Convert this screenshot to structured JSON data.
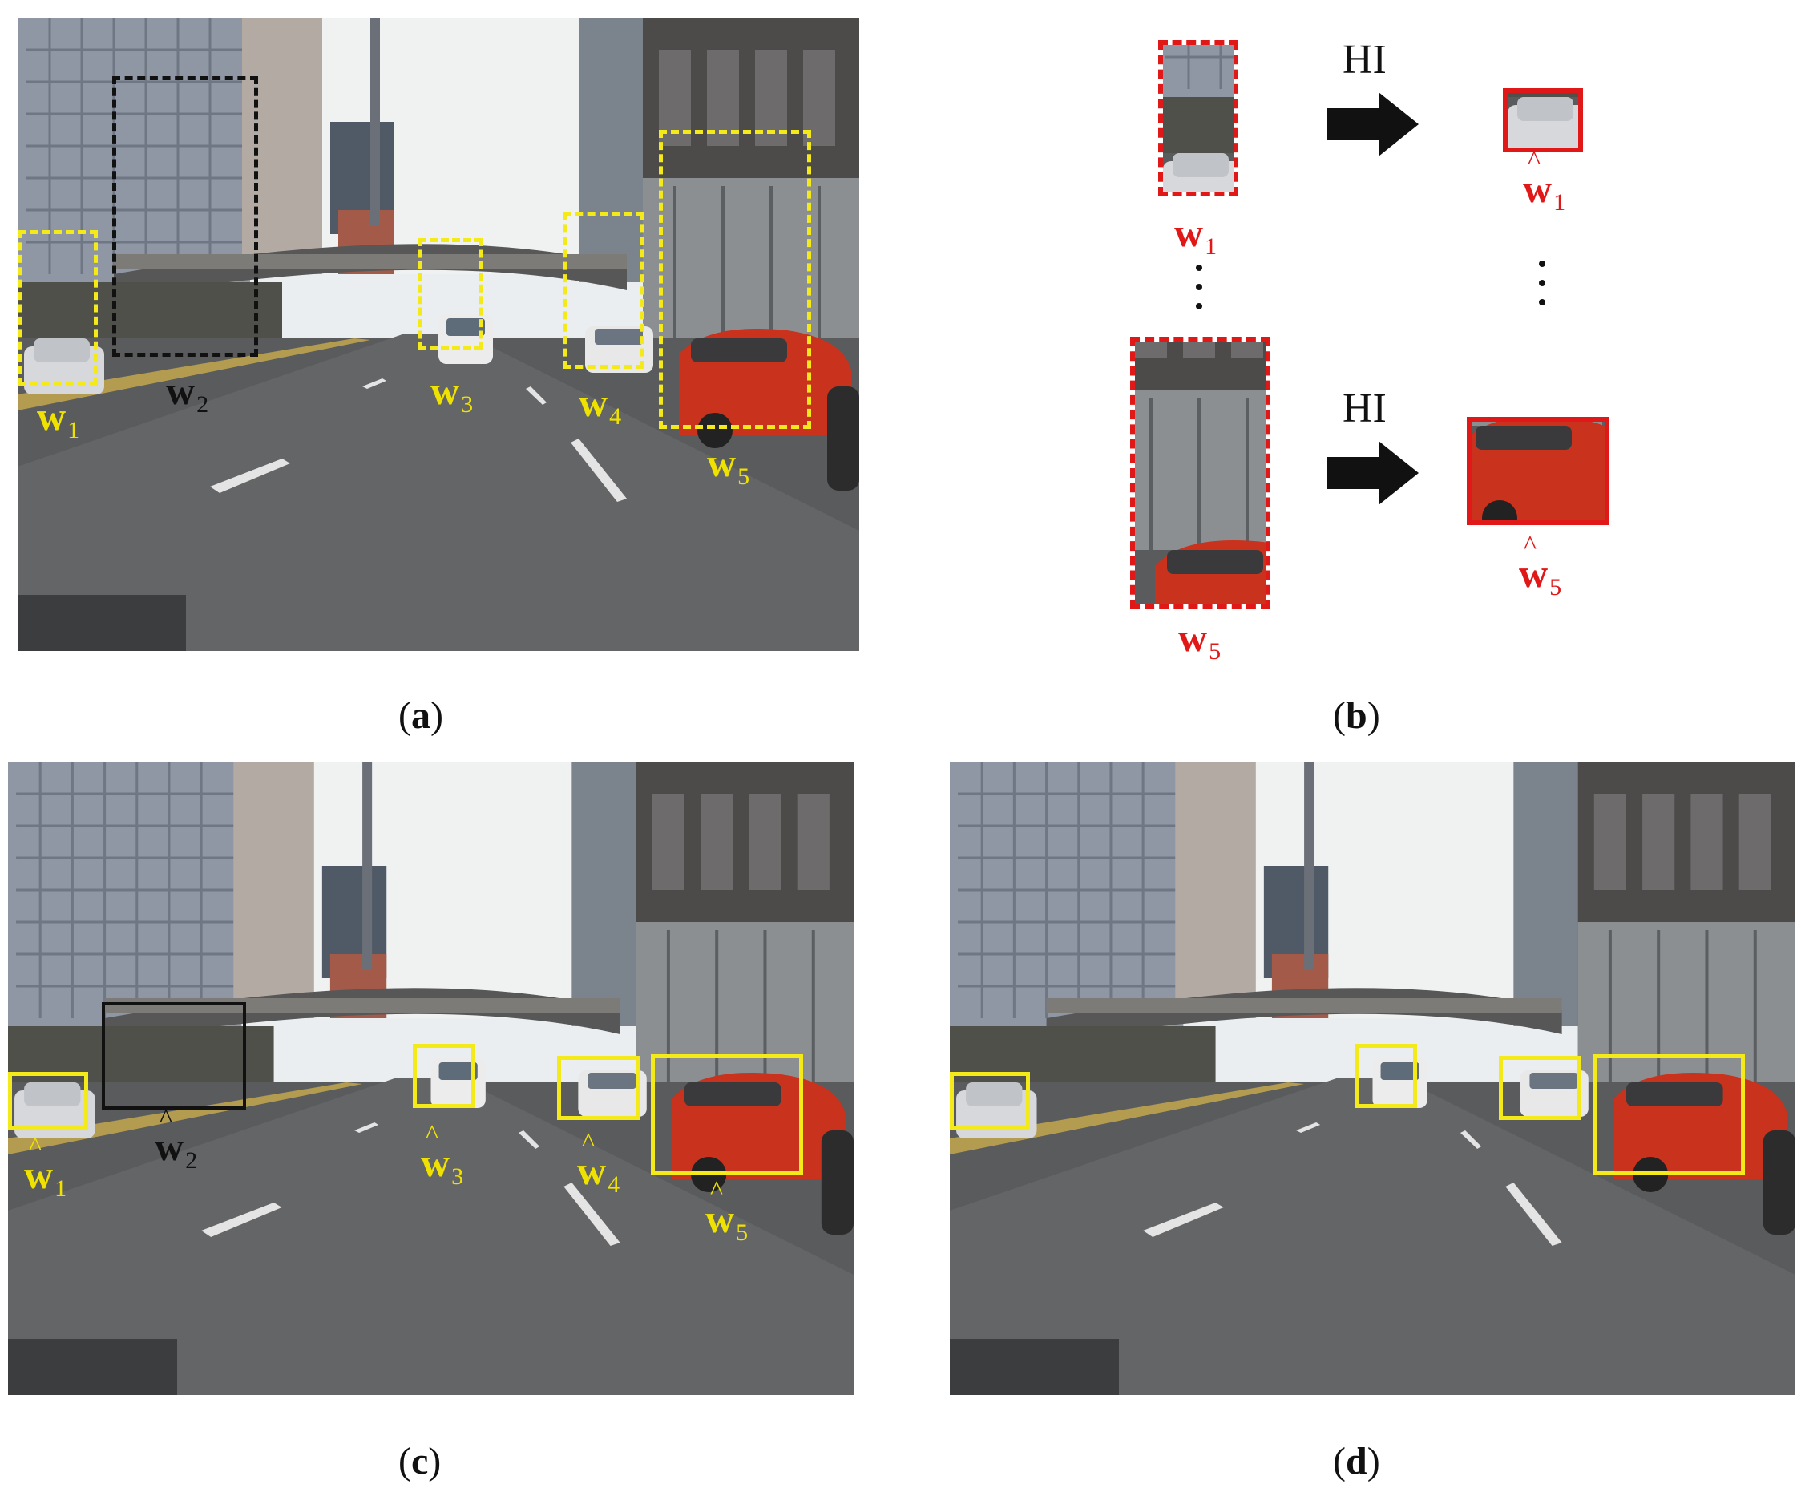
{
  "panels": {
    "a": {
      "caption": "a"
    },
    "b": {
      "caption": "b"
    },
    "c": {
      "caption": "c"
    },
    "d": {
      "caption": "d"
    }
  },
  "labels": {
    "w": "w",
    "w1": "1",
    "w2": "2",
    "w3": "3",
    "w4": "4",
    "w5": "5"
  },
  "operation": "HI",
  "colors": {
    "candidate": "#f4ea1a",
    "rejected": "#111111",
    "highlight": "#e01818"
  }
}
